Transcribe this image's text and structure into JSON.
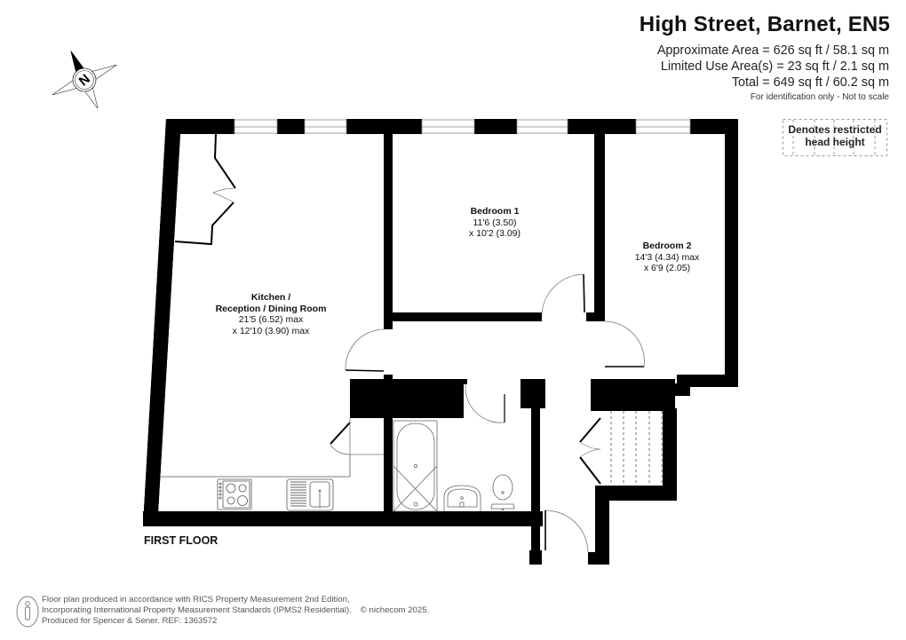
{
  "header": {
    "title": "High Street, Barnet, EN5",
    "areas": [
      "Approximate Area = 626 sq ft / 58.1 sq m",
      "Limited Use Area(s) = 23 sq ft / 2.1 sq m",
      "Total = 649 sq ft / 60.2 sq m"
    ],
    "identification_note": "For identification only - Not to scale"
  },
  "compass": {
    "icon": "compass-north-icon",
    "letter": "N"
  },
  "legend": {
    "line1": "Denotes restricted",
    "line2": "head height"
  },
  "floor": {
    "label": "FIRST FLOOR",
    "rooms": [
      {
        "name_line1": "Kitchen /",
        "name_line2": "Reception / Dining Room",
        "dim1": "21'5 (6.52) max",
        "dim2": "x 12'10 (3.90) max"
      },
      {
        "name": "Bedroom 1",
        "dim1": "11'6 (3.50)",
        "dim2": "x 10'2 (3.09)"
      },
      {
        "name": "Bedroom 2",
        "dim1": "14'3 (4.34) max",
        "dim2": "x 6'9 (2.05)"
      }
    ]
  },
  "footer": {
    "line1": "Floor plan produced in accordance with RICS Property Measurement 2nd Edition,",
    "line2": "Incorporating International Property Measurement Standards (IPMS2 Residential).",
    "copyright": "© nichecom 2025.",
    "line3": "Produced for Spencer & Sener.   REF: 1363572"
  },
  "colors": {
    "wall": "#000000",
    "background": "#ffffff",
    "fixture_line": "#555555",
    "text": "#111111"
  }
}
